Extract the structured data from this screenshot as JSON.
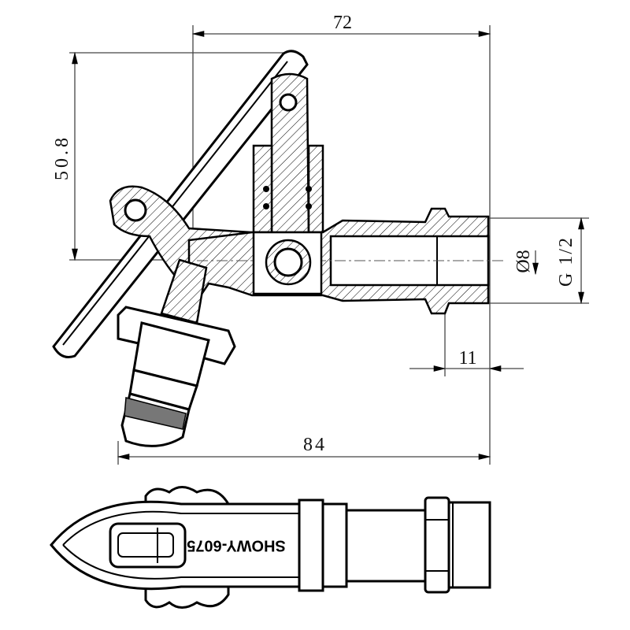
{
  "dimensions": {
    "overall_height_width": "72",
    "lever_height": "50.8",
    "bore_diameter": "Ø8",
    "thread": "G 1/2",
    "thread_length": "11",
    "overall_length": "84"
  },
  "part_label": "SHOWY-6075"
}
